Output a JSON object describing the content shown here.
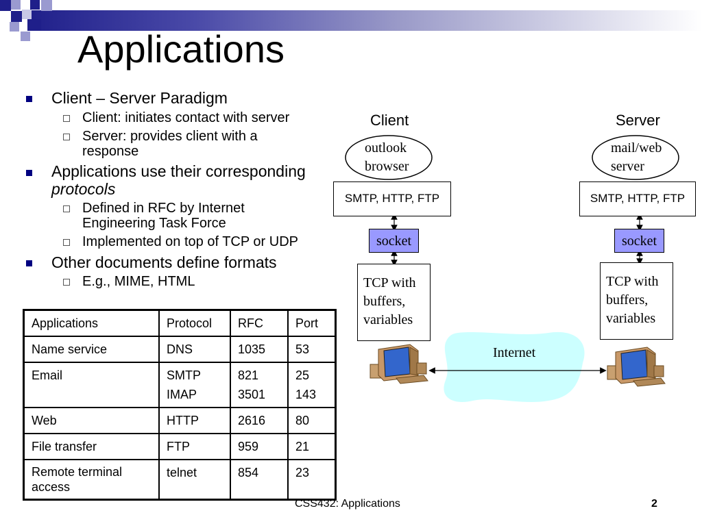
{
  "slide": {
    "title": "Applications",
    "footer": "CSS432: Applications",
    "page_number": "2"
  },
  "colors": {
    "band_dark": "#1f1f8a",
    "bullet_marker": "#000080",
    "socket_fill": "#9999ff",
    "internet_cloud": "#ccffff"
  },
  "bullets": [
    {
      "text": "Client – Server Paradigm",
      "sub": [
        "Client: initiates contact with server",
        "Server: provides client with a",
        "response"
      ]
    },
    {
      "text": "Applications use their corresponding",
      "text_italic": "protocols",
      "sub": [
        "Defined in RFC by Internet",
        "Engineering Task Force",
        "Implemented on top of TCP or UDP"
      ]
    },
    {
      "text": "Other documents define formats",
      "sub": [
        "E.g., MIME, HTML"
      ]
    }
  ],
  "table": {
    "headers": [
      "Applications",
      "Protocol",
      "RFC",
      "Port"
    ],
    "rows": [
      {
        "app": [
          "Name service"
        ],
        "protocol": [
          "DNS"
        ],
        "rfc": [
          "1035"
        ],
        "port": [
          "53"
        ]
      },
      {
        "app": [
          "Email"
        ],
        "protocol": [
          "SMTP",
          "IMAP"
        ],
        "rfc": [
          "821",
          "3501"
        ],
        "port": [
          "25",
          "143"
        ]
      },
      {
        "app": [
          "Web"
        ],
        "protocol": [
          "HTTP"
        ],
        "rfc": [
          "2616"
        ],
        "port": [
          "80"
        ]
      },
      {
        "app": [
          "File transfer"
        ],
        "protocol": [
          "FTP"
        ],
        "rfc": [
          "959"
        ],
        "port": [
          "21"
        ]
      },
      {
        "app": [
          "Remote terminal",
          "access"
        ],
        "protocol": [
          "telnet"
        ],
        "rfc": [
          "854"
        ],
        "port": [
          "23"
        ]
      }
    ]
  },
  "diagram": {
    "client": {
      "label": "Client",
      "app_line1": "outlook",
      "app_line2": "browser",
      "protocols": "SMTP, HTTP, FTP",
      "socket": "socket",
      "tcp_line1": "TCP with",
      "tcp_line2": "buffers,",
      "tcp_line3": "variables"
    },
    "server": {
      "label": "Server",
      "app_line1": "mail/web",
      "app_line2": "server",
      "protocols": "SMTP, HTTP, FTP",
      "socket": "socket",
      "tcp_line1": "TCP with",
      "tcp_line2": "buffers,",
      "tcp_line3": "variables"
    },
    "internet": "Internet",
    "icons": [
      "client-computer-icon",
      "server-computer-icon"
    ]
  }
}
